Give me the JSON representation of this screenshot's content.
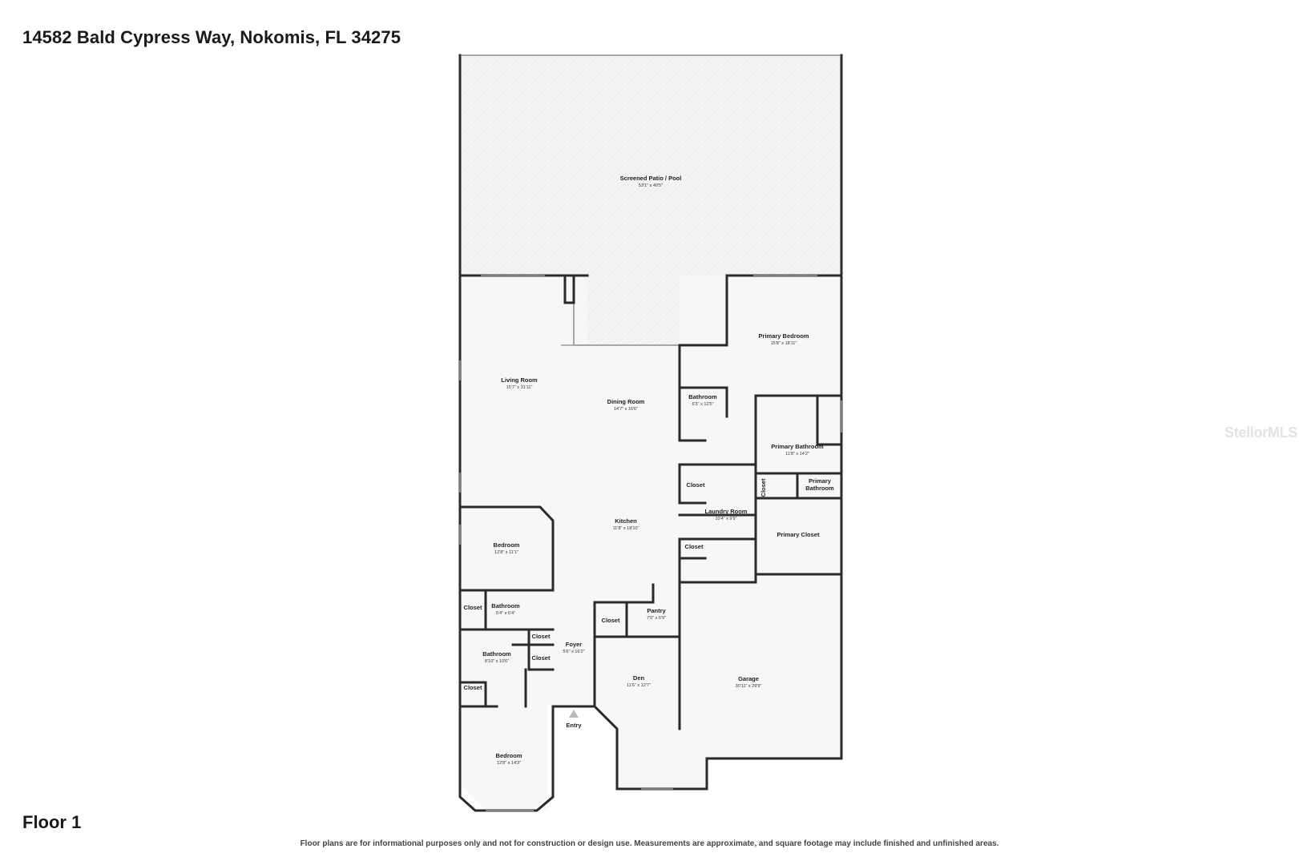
{
  "header": {
    "address": "14582 Bald Cypress Way, Nokomis, FL 34275"
  },
  "floor": {
    "label": "Floor 1"
  },
  "footer": {
    "disclaimer": "Floor plans are for informational purposes only and not for construction or design use. Measurements are approximate, and square footage may include finished and unfinished areas."
  },
  "watermark": {
    "text": "StellorMLS"
  },
  "rooms": {
    "patio": {
      "name": "Screened Patio / Pool",
      "dims": "53'1\" x 40'5\""
    },
    "living": {
      "name": "Living Room",
      "dims": "15'7\" x 31'11\""
    },
    "dining": {
      "name": "Dining Room",
      "dims": "14'7\" x 16'6\""
    },
    "bath_mid": {
      "name": "Bathroom",
      "dims": "6'3\" x 12'5\""
    },
    "primary_bed": {
      "name": "Primary Bedroom",
      "dims": "15'8\" x 18'11\""
    },
    "primary_bath": {
      "name": "Primary Bathroom",
      "dims": "11'8\" x 14'2\""
    },
    "primary_bath_small_1": {
      "name": "Primary"
    },
    "primary_bath_small_2": {
      "name": "Bathroom"
    },
    "closet_vertical": {
      "name": "Closet"
    },
    "closet_laundry_top": {
      "name": "Closet"
    },
    "laundry": {
      "name": "Laundry Room",
      "dims": "10'4\" x 9'9\""
    },
    "closet_laundry_bottom": {
      "name": "Closet"
    },
    "primary_closet": {
      "name": "Primary Closet"
    },
    "kitchen": {
      "name": "Kitchen",
      "dims": "11'8\" x 18'10\""
    },
    "bedroom_1": {
      "name": "Bedroom",
      "dims": "12'8\" x 11'1\""
    },
    "closet_b1": {
      "name": "Closet"
    },
    "bath_small": {
      "name": "Bathroom",
      "dims": "5'4\" x 5'4\""
    },
    "closet_hall_1": {
      "name": "Closet"
    },
    "bath_2": {
      "name": "Bathroom",
      "dims": "8'10\" x 10'6\""
    },
    "closet_hall_2": {
      "name": "Closet"
    },
    "closet_b2": {
      "name": "Closet"
    },
    "foyer": {
      "name": "Foyer",
      "dims": "5'6\" x 16'2\""
    },
    "entry": {
      "name": "Entry"
    },
    "closet_den": {
      "name": "Closet"
    },
    "pantry": {
      "name": "Pantry",
      "dims": "7'0\" x 6'9\""
    },
    "den": {
      "name": "Den",
      "dims": "11'6\" x 12'7\""
    },
    "garage": {
      "name": "Garage",
      "dims": "30'11\" x 29'9\""
    },
    "bedroom_2": {
      "name": "Bedroom",
      "dims": "12'8\" x 14'3\""
    }
  }
}
